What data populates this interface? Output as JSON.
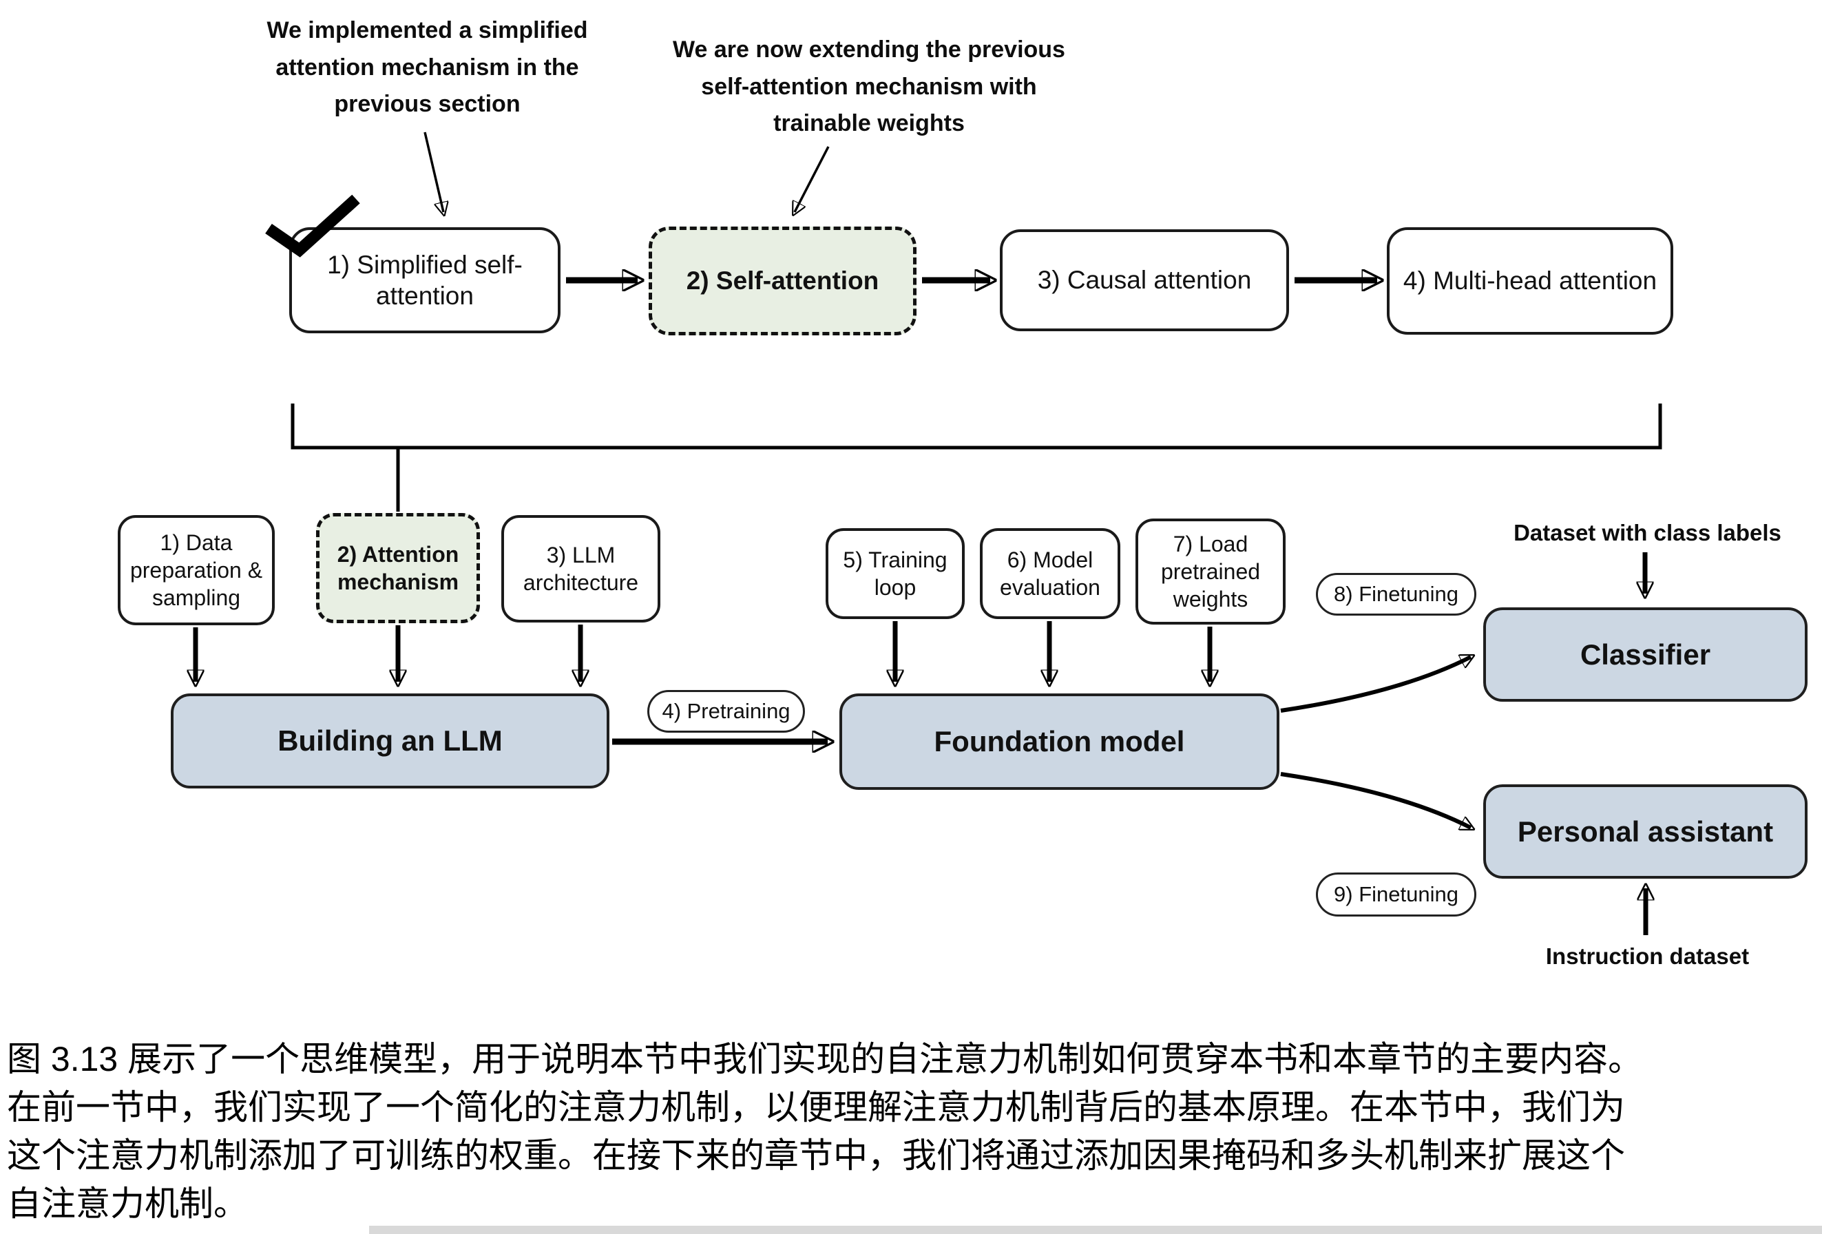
{
  "colors": {
    "highlight_fill": "#e8efe3",
    "model_fill": "#ccd7e3",
    "border": "#1a1a1a"
  },
  "notes": {
    "implemented": "We implemented a simplified attention mechanism in the previous section",
    "extending": "We are now extending the previous self-attention mechanism with trainable weights"
  },
  "attention_stages": [
    {
      "label": "1) Simplified self-attention"
    },
    {
      "label": "2) Self-attention"
    },
    {
      "label": "3) Causal attention"
    },
    {
      "label": "4) Multi-head attention"
    }
  ],
  "llm_steps": [
    {
      "label": "1) Data preparation & sampling"
    },
    {
      "label": "2) Attention mechanism"
    },
    {
      "label": "3) LLM architecture"
    }
  ],
  "foundation_steps": [
    {
      "label": "5) Training loop"
    },
    {
      "label": "6) Model evaluation"
    },
    {
      "label": "7) Load pretrained weights"
    }
  ],
  "models": {
    "building_llm": "Building an LLM",
    "foundation_model": "Foundation model",
    "classifier": "Classifier",
    "personal_assistant": "Personal assistant"
  },
  "edge_labels": {
    "pretraining": "4) Pretraining",
    "finetuning_classifier": "8) Finetuning",
    "finetuning_assistant": "9) Finetuning"
  },
  "datasets": {
    "class_labels": "Dataset with class labels",
    "instruction": "Instruction dataset"
  },
  "caption_lines": [
    "图 3.13 展示了一个思维模型，用于说明本节中我们实现的自注意力机制如何贯穿本书和本章节的主要内容。",
    "在前一节中，我们实现了一个简化的注意力机制，以便理解注意力机制背后的基本原理。在本节中，我们为",
    "这个注意力机制添加了可训练的权重。在接下来的章节中，我们将通过添加因果掩码和多头机制来扩展这个",
    "自注意力机制。"
  ]
}
